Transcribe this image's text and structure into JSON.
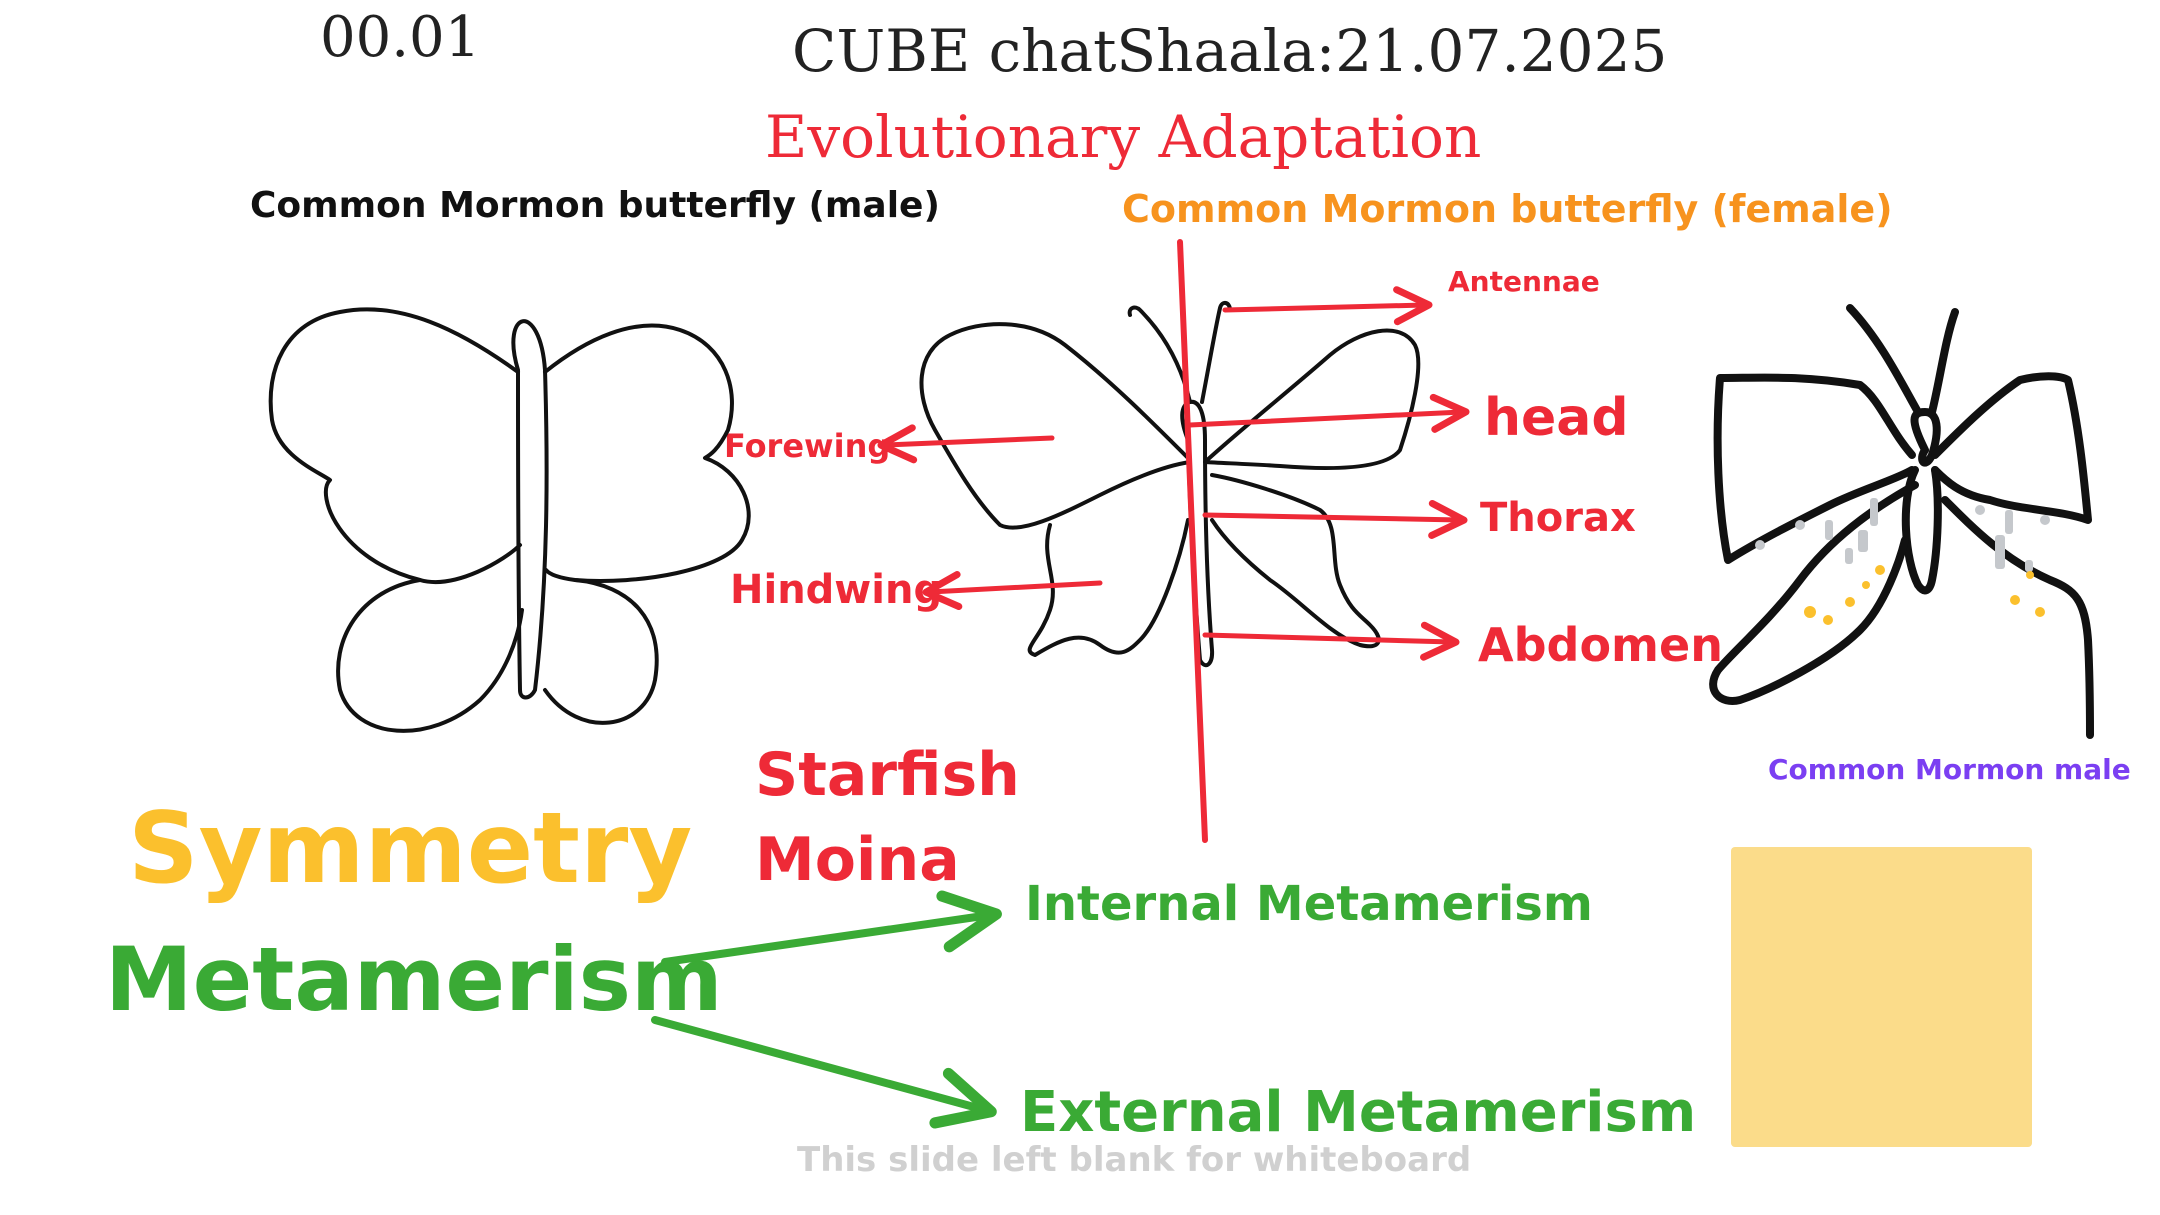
{
  "slide": {
    "number": "00.01",
    "title": "CUBE chatShaala:21.07.2025",
    "subtitle": "Evolutionary Adaptation",
    "footer": "This slide left blank for whiteboard"
  },
  "labels": {
    "male_caption": "Common Mormon butterfly (male)",
    "female_caption": "Common Mormon butterfly (female)",
    "forewing": "Forewing",
    "hindwing": "Hindwing",
    "antennae": "Antennae",
    "head": "head",
    "thorax": "Thorax",
    "abdomen": "Abdomen",
    "right_caption": "Common Mormon male",
    "starfish": "Starfish",
    "moina": "Moina",
    "symmetry": "Symmetry",
    "metamerism": "Metamerism",
    "internal": "Internal Metamerism",
    "external": "External Metamerism"
  },
  "colors": {
    "red": "#ee2a37",
    "orange": "#f7931e",
    "yellow": "#fbc02d",
    "green": "#3aaa35",
    "purple": "#7b3ff2",
    "black": "#111111",
    "sticky_note": "#fbdc8a",
    "footer_gray": "#d0d0d0"
  }
}
